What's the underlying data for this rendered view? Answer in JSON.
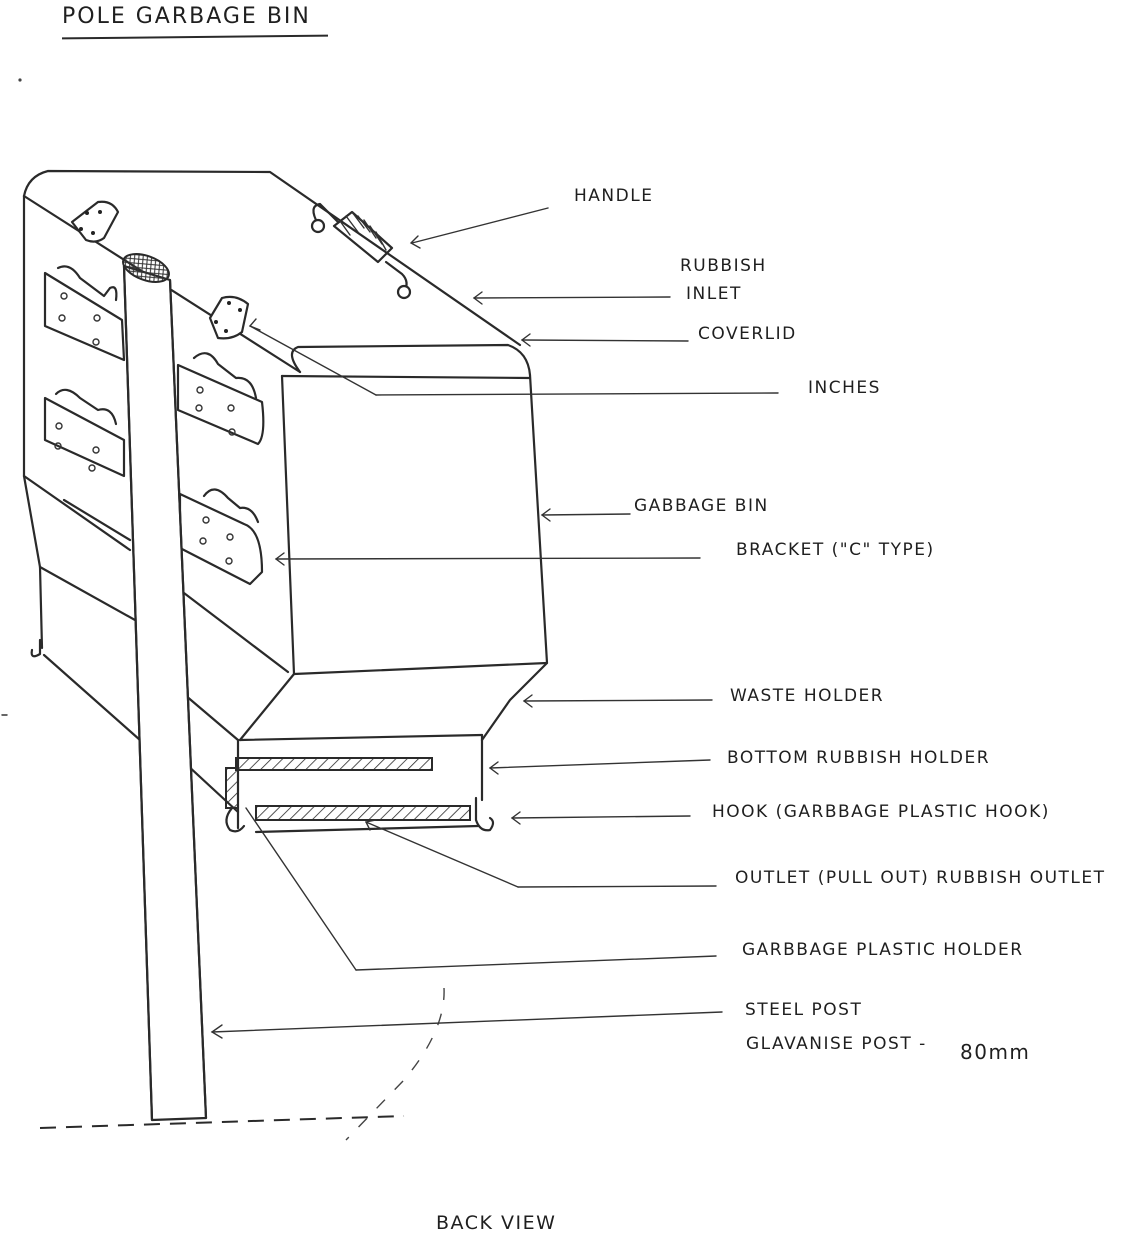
{
  "title": "POLE GARBAGE BIN",
  "caption": "BACK VIEW",
  "labels": {
    "handle": "HANDLE",
    "rubbish_inlet_line1": "RUBBISH",
    "rubbish_inlet_line2": "INLET",
    "coverlid": "COVERLID",
    "inches": "INCHES",
    "gabbage_bin": "GABBAGE BIN",
    "bracket": "BRACKET (\"C\" TYPE)",
    "waste_holder": "WASTE HOLDER",
    "bottom_rubbish_holder": "BOTTOM RUBBISH HOLDER",
    "hook": "HOOK (GARBBAGE PLASTIC HOOK)",
    "outlet": "OUTLET (PULL OUT) RUBBISH OUTLET",
    "garbbage_plastic_holder": "GARBBAGE PLASTIC HOLDER",
    "steel_post": "STEEL POST",
    "glavanise_post": "GLAVANISE POST -",
    "post_size": "80mm"
  },
  "colors": {
    "ink": "#2a2a2a",
    "paper": "#ffffff"
  }
}
